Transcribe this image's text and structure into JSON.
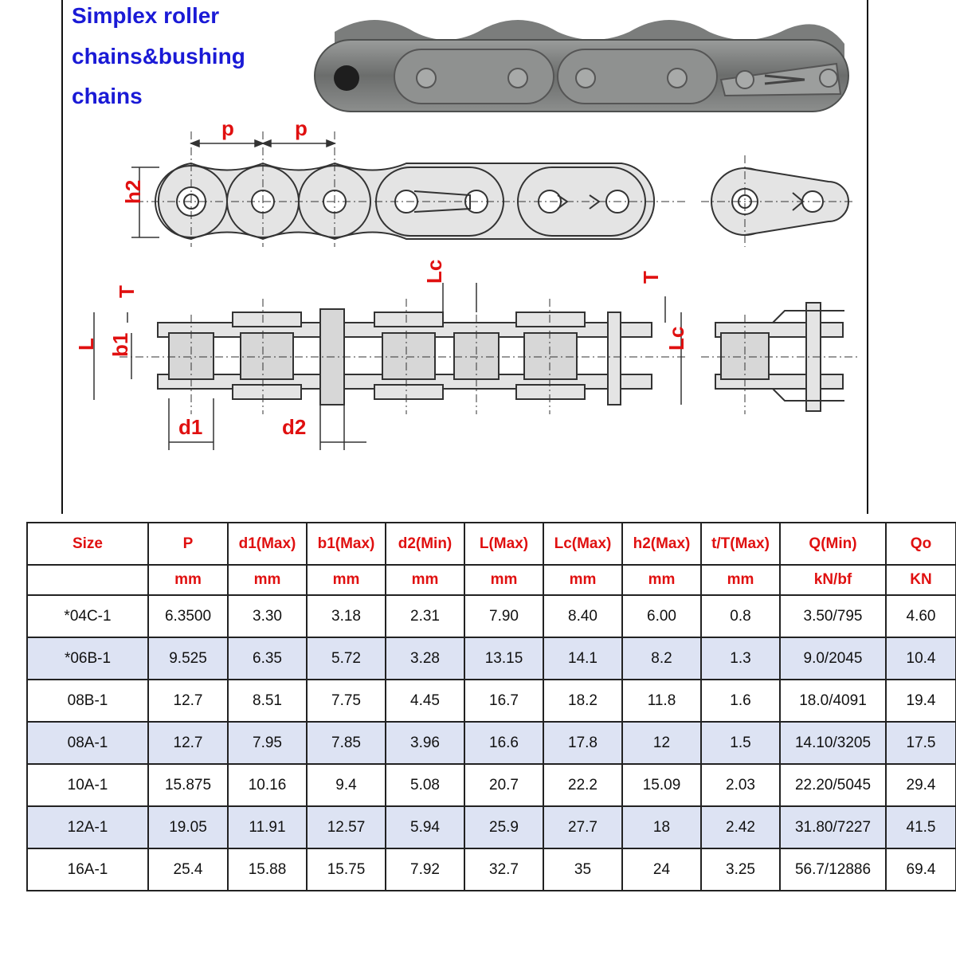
{
  "title": {
    "lines": [
      "Simplex roller",
      "chains&bushing",
      "chains"
    ]
  },
  "colors": {
    "title": "#1a1ad6",
    "label": "#e01010",
    "row_shade": "#dde3f3"
  },
  "diagram_labels": {
    "p": "p",
    "h2": "h2",
    "T": "T",
    "L": "L",
    "b1": "b1",
    "Lc": "Lc",
    "d1": "d1",
    "d2": "d2"
  },
  "table": {
    "headers": [
      "Size",
      "P",
      "d1(Max)",
      "b1(Max)",
      "d2(Min)",
      "L(Max)",
      "Lc(Max)",
      "h2(Max)",
      "t/T(Max)",
      "Q(Min)",
      "Qo"
    ],
    "units": [
      "",
      "mm",
      "mm",
      "mm",
      "mm",
      "mm",
      "mm",
      "mm",
      "mm",
      "kN/bf",
      "KN"
    ],
    "rows": [
      [
        "*04C-1",
        "6.3500",
        "3.30",
        "3.18",
        "2.31",
        "7.90",
        "8.40",
        "6.00",
        "0.8",
        "3.50/795",
        "4.60"
      ],
      [
        "*06B-1",
        "9.525",
        "6.35",
        "5.72",
        "3.28",
        "13.15",
        "14.1",
        "8.2",
        "1.3",
        "9.0/2045",
        "10.4"
      ],
      [
        "08B-1",
        "12.7",
        "8.51",
        "7.75",
        "4.45",
        "16.7",
        "18.2",
        "11.8",
        "1.6",
        "18.0/4091",
        "19.4"
      ],
      [
        "08A-1",
        "12.7",
        "7.95",
        "7.85",
        "3.96",
        "16.6",
        "17.8",
        "12",
        "1.5",
        "14.10/3205",
        "17.5"
      ],
      [
        "10A-1",
        "15.875",
        "10.16",
        "9.4",
        "5.08",
        "20.7",
        "22.2",
        "15.09",
        "2.03",
        "22.20/5045",
        "29.4"
      ],
      [
        "12A-1",
        "19.05",
        "11.91",
        "12.57",
        "5.94",
        "25.9",
        "27.7",
        "18",
        "2.42",
        "31.80/7227",
        "41.5"
      ],
      [
        "16A-1",
        "25.4",
        "15.88",
        "15.75",
        "7.92",
        "32.7",
        "35",
        "24",
        "3.25",
        "56.7/12886",
        "69.4"
      ]
    ]
  }
}
